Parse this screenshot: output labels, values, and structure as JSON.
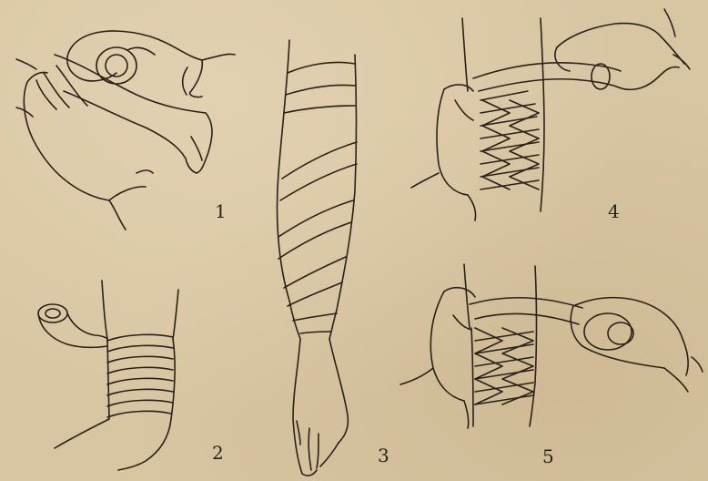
{
  "figures": [
    {
      "id": "fig-1",
      "label": "1"
    },
    {
      "id": "fig-2",
      "label": "2"
    },
    {
      "id": "fig-3",
      "label": "3"
    },
    {
      "id": "fig-4",
      "label": "4"
    },
    {
      "id": "fig-5",
      "label": "5"
    }
  ],
  "colors": {
    "paper": "#d8c5a2",
    "ink": "#2a2118"
  }
}
